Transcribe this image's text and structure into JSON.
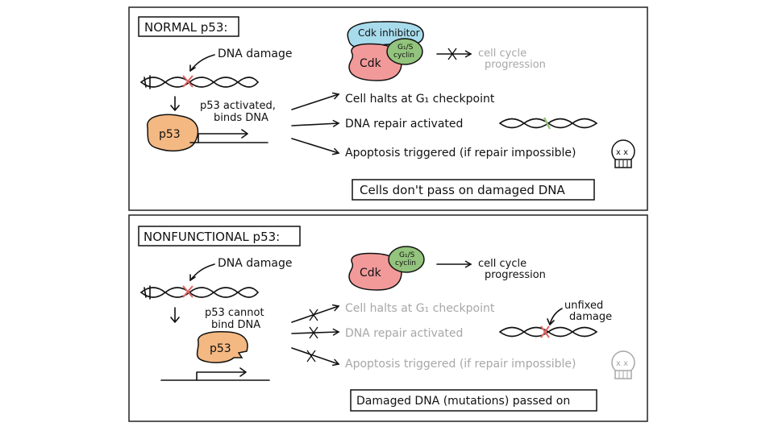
{
  "normal": {
    "title": "NORMAL p53:",
    "dna_damage": "DNA damage",
    "p53_label": "p53",
    "activated_line1": "p53 activated,",
    "activated_line2": "binds DNA",
    "cdk_inhibitor": "Cdk inhibitor",
    "cdk": "Cdk",
    "cyclin_line1": "G₁/S",
    "cyclin_line2": "cyclin",
    "progression_line1": "cell cycle",
    "progression_line2": "progression",
    "outcome_halts": "Cell halts at G₁ checkpoint",
    "outcome_repair": "DNA repair activated",
    "outcome_apoptosis": "Apoptosis triggered (if repair impossible)",
    "skull_eyes": "x x",
    "conclusion": "Cells don't pass on damaged DNA"
  },
  "nonfunctional": {
    "title": "NONFUNCTIONAL p53:",
    "dna_damage": "DNA damage",
    "p53_label": "p53",
    "cannot_line1": "p53 cannot",
    "cannot_line2": "bind DNA",
    "cdk": "Cdk",
    "cyclin_line1": "G₁/S",
    "cyclin_line2": "cyclin",
    "progression_line1": "cell cycle",
    "progression_line2": "progression",
    "outcome_halts": "Cell halts at G₁ checkpoint",
    "outcome_repair": "DNA repair activated",
    "outcome_apoptosis": "Apoptosis triggered (if repair impossible)",
    "unfixed_line1": "unfixed",
    "unfixed_line2": "damage",
    "skull_eyes": "x x",
    "conclusion": "Damaged DNA (mutations) passed on"
  },
  "colors": {
    "p53_fill": "#f4b882",
    "cdk_fill": "#f29a9a",
    "cyclin_fill": "#93c47d",
    "inhibitor_fill": "#a8dcec",
    "damage_mark": "#e06666",
    "repaired_mark": "#93c47d",
    "disabled_text": "#a7a7a7"
  }
}
